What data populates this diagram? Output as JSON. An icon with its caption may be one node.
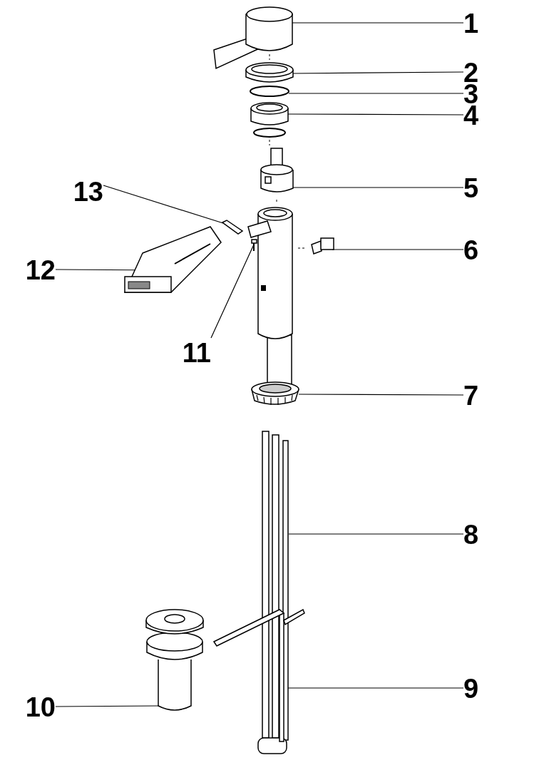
{
  "diagram": {
    "nodes": [
      {
        "text": [
          "1"
        ]
      },
      {
        "text": [
          "2"
        ]
      },
      {
        "text": [
          "3"
        ]
      },
      {
        "text": [
          "4"
        ]
      },
      {
        "text": [
          "5"
        ]
      },
      {
        "text": [
          "13"
        ]
      },
      {
        "text": [
          "6"
        ]
      },
      {
        "text": [
          "12"
        ]
      },
      {
        "text": [
          "11"
        ]
      },
      {
        "text": [
          "7"
        ]
      },
      {
        "text": [
          "8"
        ]
      },
      {
        "text": [
          "9"
        ]
      },
      {
        "text": [
          "10"
        ]
      },
      {
        "text": [],
        "shape": "picture"
      },
      {
        "text": [],
        "shape": "picture"
      },
      {
        "text": [],
        "shape": "picture"
      },
      {
        "text": [],
        "shape": "picture"
      },
      {
        "text": [],
        "shape": "picture"
      },
      {
        "text": [],
        "shape": "picture"
      },
      {
        "text": [],
        "shape": "picture"
      },
      {
        "text": [],
        "shape": "picture"
      },
      {
        "text": [],
        "shape": "picture"
      },
      {
        "text": [],
        "shape": "picture"
      },
      {
        "text": [],
        "shape": "picture"
      },
      {
        "text": [],
        "shape": "picture"
      },
      {
        "text": [],
        "shape": "picture"
      }
    ],
    "edges": [
      {
        "from": 0,
        "to": 13,
        "arrow": "none"
      },
      {
        "from": 1,
        "to": 14,
        "arrow": "none"
      },
      {
        "from": 2,
        "to": 15,
        "arrow": "none"
      },
      {
        "from": 3,
        "to": 16,
        "arrow": "none"
      },
      {
        "from": 4,
        "to": 17,
        "arrow": "none"
      },
      {
        "from": 5,
        "to": 18,
        "arrow": "none"
      },
      {
        "from": 6,
        "to": 19,
        "arrow": "none"
      },
      {
        "from": 7,
        "to": 20,
        "arrow": "none"
      },
      {
        "from": 8,
        "to": 21,
        "arrow": "none"
      },
      {
        "from": 9,
        "to": 22,
        "arrow": "none"
      },
      {
        "from": 10,
        "to": 23,
        "arrow": "none"
      },
      {
        "from": 11,
        "to": 24,
        "arrow": "none"
      },
      {
        "from": 12,
        "to": 25,
        "arrow": "none"
      }
    ]
  }
}
